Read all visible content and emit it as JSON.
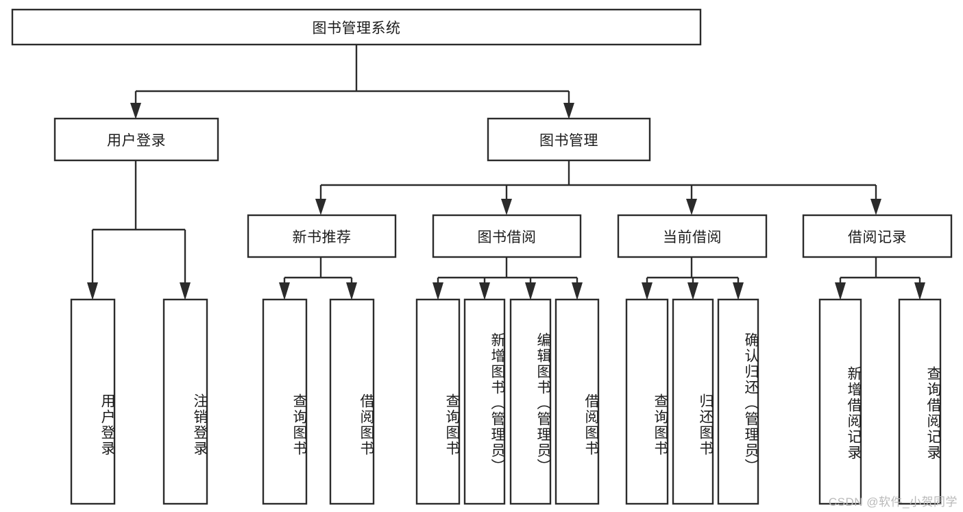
{
  "diagram": {
    "type": "tree",
    "orientation": "top-down",
    "root": {
      "id": "root",
      "label": "图书管理系统",
      "level": 0,
      "text_direction": "horizontal"
    },
    "level1": [
      {
        "id": "user-login",
        "label": "用户登录",
        "level": 1,
        "text_direction": "horizontal"
      },
      {
        "id": "book-management",
        "label": "图书管理",
        "level": 1,
        "text_direction": "horizontal"
      }
    ],
    "level2": [
      {
        "id": "new-book-recommend",
        "label": "新书推荐",
        "level": 2,
        "parent": "book-management",
        "text_direction": "horizontal"
      },
      {
        "id": "book-borrow",
        "label": "图书借阅",
        "level": 2,
        "parent": "book-management",
        "text_direction": "horizontal"
      },
      {
        "id": "current-borrow",
        "label": "当前借阅",
        "level": 2,
        "parent": "book-management",
        "text_direction": "horizontal"
      },
      {
        "id": "borrow-record",
        "label": "借阅记录",
        "level": 2,
        "parent": "book-management",
        "text_direction": "horizontal"
      }
    ],
    "leaves": [
      {
        "id": "leaf-user-login",
        "label": "用户登录",
        "parent": "user-login",
        "text_direction": "vertical"
      },
      {
        "id": "leaf-logout",
        "label": "注销登录",
        "parent": "user-login",
        "text_direction": "vertical"
      },
      {
        "id": "leaf-query-book-1",
        "label": "查询图书",
        "parent": "new-book-recommend",
        "text_direction": "vertical"
      },
      {
        "id": "leaf-borrow-book-1",
        "label": "借阅图书",
        "parent": "new-book-recommend",
        "text_direction": "vertical"
      },
      {
        "id": "leaf-query-book-2",
        "label": "查询图书",
        "parent": "book-borrow",
        "text_direction": "vertical"
      },
      {
        "id": "leaf-add-book",
        "label": "新增图书（管理员）",
        "parent": "book-borrow",
        "text_direction": "vertical"
      },
      {
        "id": "leaf-edit-book",
        "label": "编辑图书（管理员）",
        "parent": "book-borrow",
        "text_direction": "vertical"
      },
      {
        "id": "leaf-borrow-book-2",
        "label": "借阅图书",
        "parent": "book-borrow",
        "text_direction": "vertical"
      },
      {
        "id": "leaf-query-book-3",
        "label": "查询图书",
        "parent": "current-borrow",
        "text_direction": "vertical"
      },
      {
        "id": "leaf-return-book",
        "label": "归还图书",
        "parent": "current-borrow",
        "text_direction": "vertical"
      },
      {
        "id": "leaf-confirm-return",
        "label": "确认归还（管理员）",
        "parent": "current-borrow",
        "text_direction": "vertical"
      },
      {
        "id": "leaf-add-record",
        "label": "新增借阅记录",
        "parent": "borrow-record",
        "text_direction": "vertical"
      },
      {
        "id": "leaf-query-record",
        "label": "查询借阅记录",
        "parent": "borrow-record",
        "text_direction": "vertical"
      }
    ]
  },
  "watermark": {
    "text": "CSDN @软件_小贺同学"
  },
  "colors": {
    "stroke": "#2b2b2b",
    "fill": "#ffffff",
    "text": "#1c1c1c",
    "watermark": "#b9b9b9"
  }
}
